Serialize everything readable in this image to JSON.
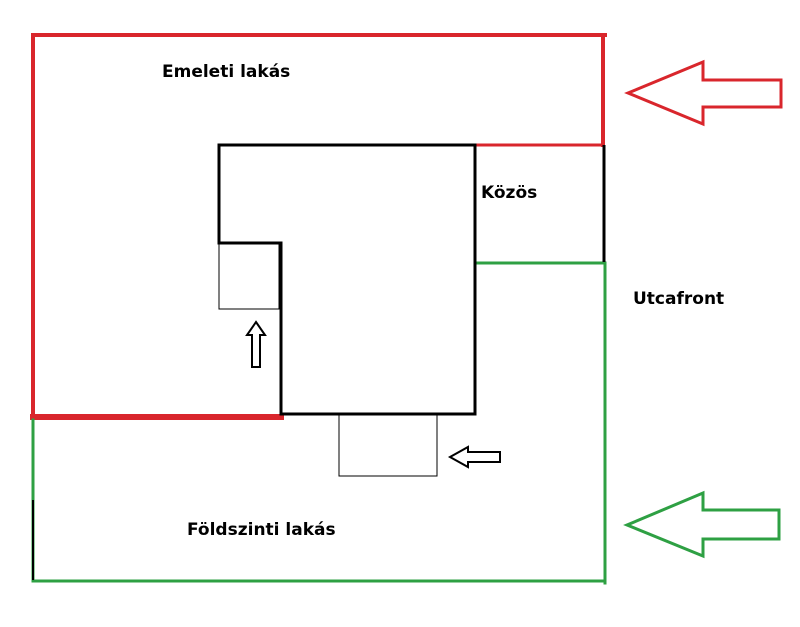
{
  "labels": {
    "upper_flat": "Emeleti lakás",
    "common": "Közös",
    "street_front": "Utcafront",
    "ground_flat": "Földszinti lakás"
  },
  "colors": {
    "upper_flat": "#d9262c",
    "ground_flat": "#2ea043",
    "building": "#000000",
    "background": "#ffffff"
  },
  "icons": [
    "arrow-left-icon",
    "arrow-up-icon"
  ]
}
